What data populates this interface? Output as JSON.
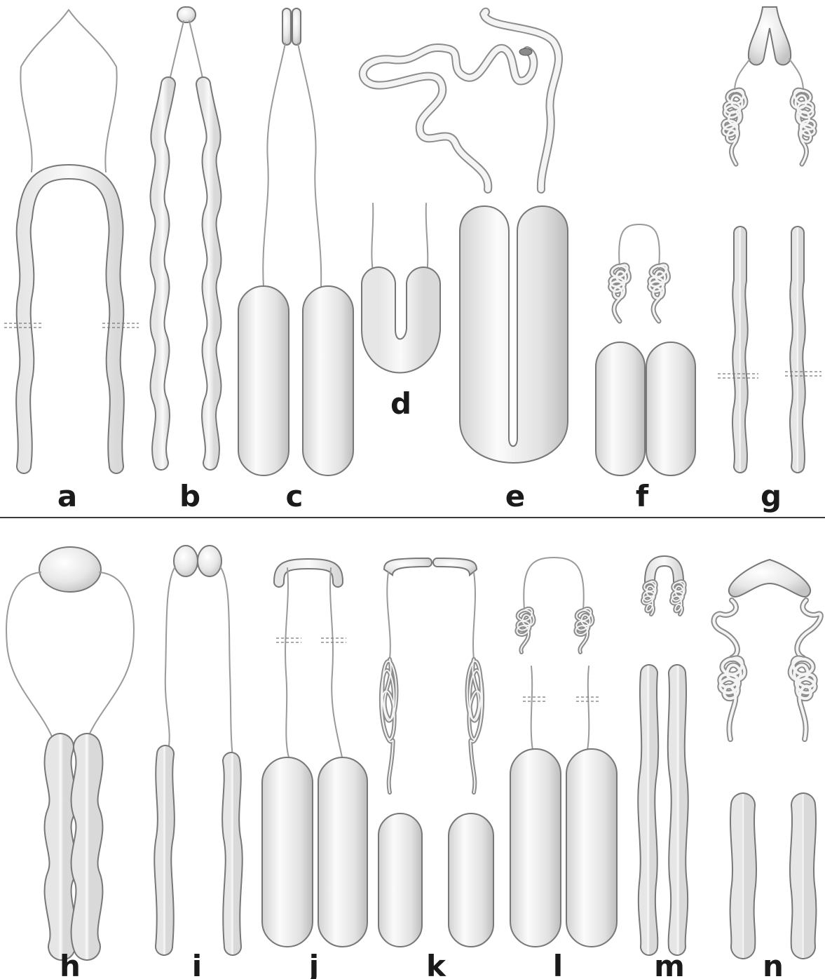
{
  "figure": {
    "top_row_labels": [
      "a",
      "b",
      "c",
      "d",
      "e",
      "f",
      "g"
    ],
    "bottom_row_labels": [
      "h",
      "i",
      "j",
      "k",
      "l",
      "m",
      "n"
    ]
  },
  "colors": {
    "outline": "#777777",
    "fill_light": "#f7f7f7",
    "fill_shade": "#cfcfcf",
    "label": "#1a1a1a",
    "divider": "#3a3a3a"
  }
}
